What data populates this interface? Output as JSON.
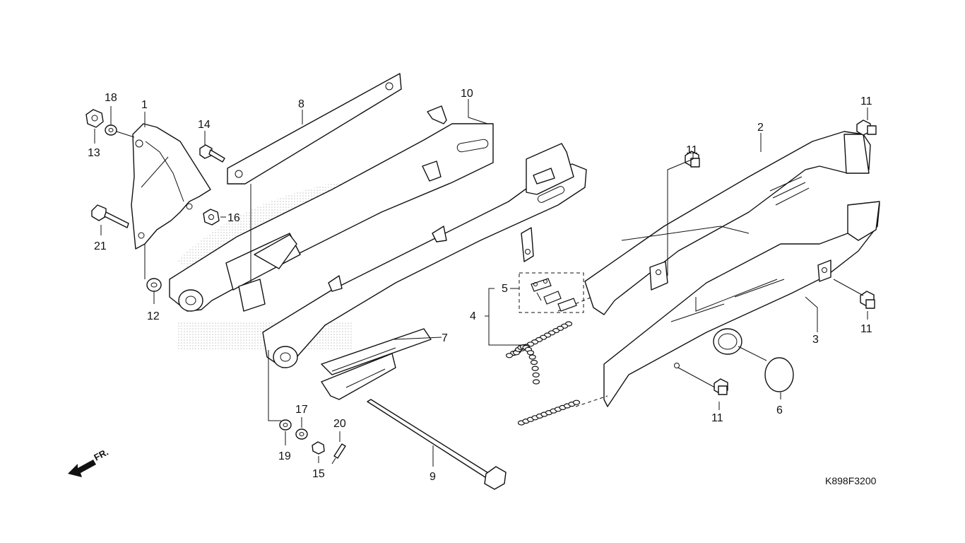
{
  "diagram": {
    "drawing_code": "K898F3200",
    "direction_label": "FR.",
    "callouts": {
      "c1": "1",
      "c2": "2",
      "c3": "3",
      "c4": "4",
      "c5": "5",
      "c6": "6",
      "c7": "7",
      "c8": "8",
      "c9": "9",
      "c10": "10",
      "c11a": "11",
      "c11b": "11",
      "c11c": "11",
      "c11d": "11",
      "c12": "12",
      "c13": "13",
      "c14": "14",
      "c15": "15",
      "c16": "16",
      "c17": "17",
      "c18": "18",
      "c19": "19",
      "c20": "20",
      "c21": "21"
    },
    "colors": {
      "line": "#111111",
      "background": "#ffffff",
      "watermark": "#bbbbbb"
    }
  }
}
